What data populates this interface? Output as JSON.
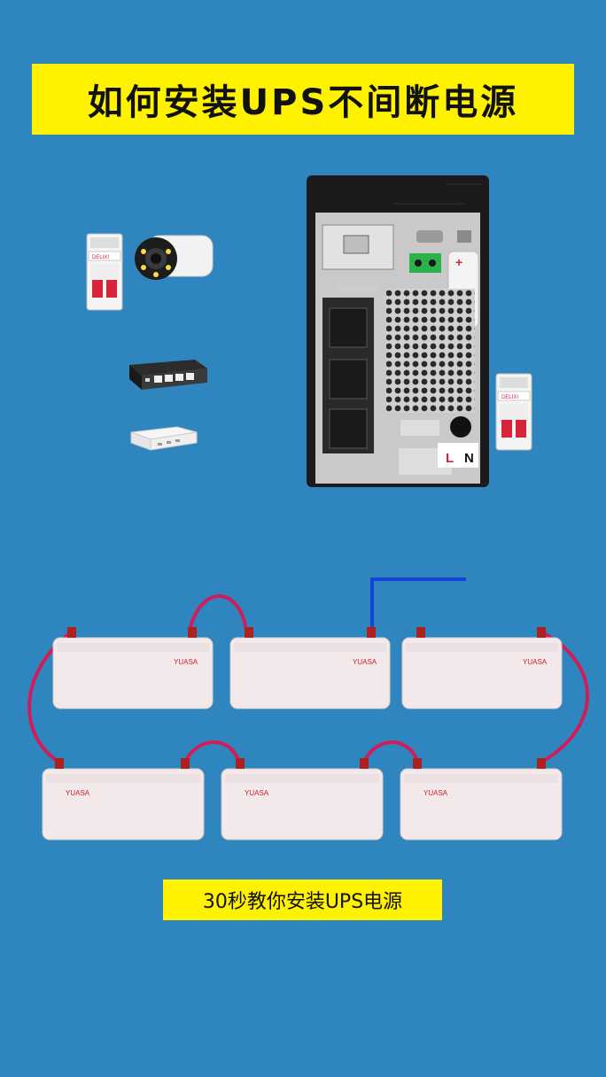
{
  "header": {
    "title": "如何安装UPS不间断电源"
  },
  "footer": {
    "caption": "30秒教你安装UPS电源"
  },
  "ups": {
    "terminal_plus": "+",
    "phase_L": "L",
    "phase_N": "N",
    "colors": {
      "body": "#1b1b1b",
      "panel": "#c9c9c9"
    }
  },
  "colors": {
    "background": "#2f86bf",
    "banner": "#fef200",
    "series_wire": "#d11c5a",
    "output_wire": "#1646d6",
    "breaker": "#d8243b"
  },
  "icons": [
    "circuit-breaker-icon",
    "security-camera-icon",
    "network-switch-icon",
    "router-icon",
    "ups-icon",
    "battery-icon"
  ]
}
